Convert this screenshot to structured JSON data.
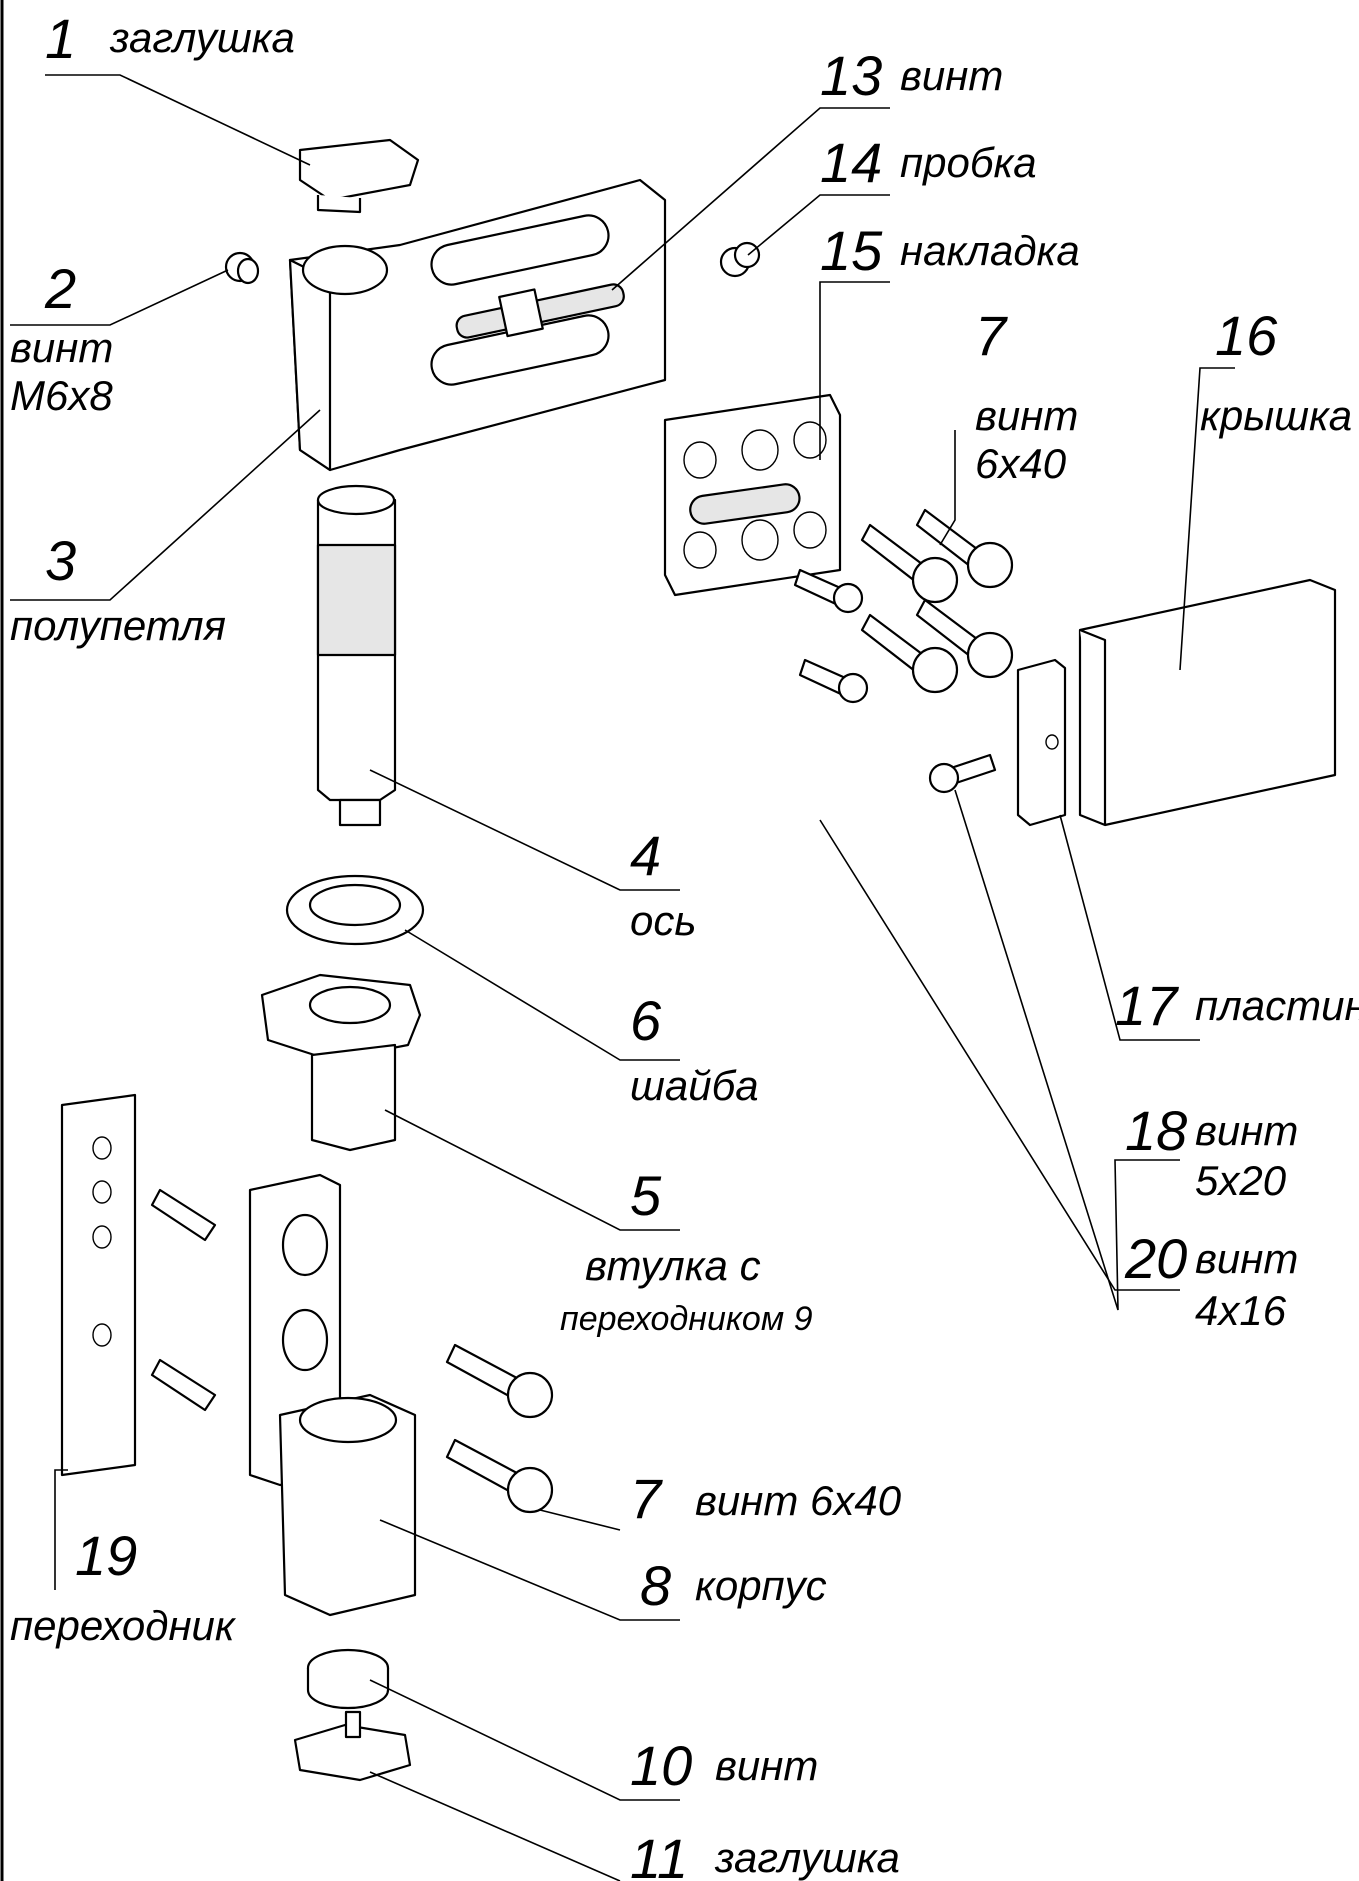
{
  "parts": [
    {
      "id": "p1",
      "number": "1",
      "name": "заглушка"
    },
    {
      "id": "p2",
      "number": "2",
      "name": "винт",
      "size": "M6x8"
    },
    {
      "id": "p3",
      "number": "3",
      "name": "полупетля"
    },
    {
      "id": "p4",
      "number": "4",
      "name": "ось"
    },
    {
      "id": "p5",
      "number": "5",
      "name": "втулка с",
      "name_line2": "переходником 9"
    },
    {
      "id": "p6",
      "number": "6",
      "name": "шайба"
    },
    {
      "id": "p7a",
      "number": "7",
      "name": "винт",
      "size": "6x40"
    },
    {
      "id": "p7b",
      "number": "7",
      "name": "винт 6x40"
    },
    {
      "id": "p8",
      "number": "8",
      "name": "корпус"
    },
    {
      "id": "p10",
      "number": "10",
      "name": "винт"
    },
    {
      "id": "p11",
      "number": "11",
      "name": "заглушка"
    },
    {
      "id": "p13",
      "number": "13",
      "name": "винт"
    },
    {
      "id": "p14",
      "number": "14",
      "name": "пробка"
    },
    {
      "id": "p15",
      "number": "15",
      "name": "накладка"
    },
    {
      "id": "p16",
      "number": "16",
      "name": "крышка"
    },
    {
      "id": "p17",
      "number": "17",
      "name": "пластина"
    },
    {
      "id": "p18",
      "number": "18",
      "name": "винт",
      "size": "5x20"
    },
    {
      "id": "p19",
      "number": "19",
      "name": "переходник"
    },
    {
      "id": "p20",
      "number": "20",
      "name": "винт",
      "size": "4x16"
    }
  ]
}
